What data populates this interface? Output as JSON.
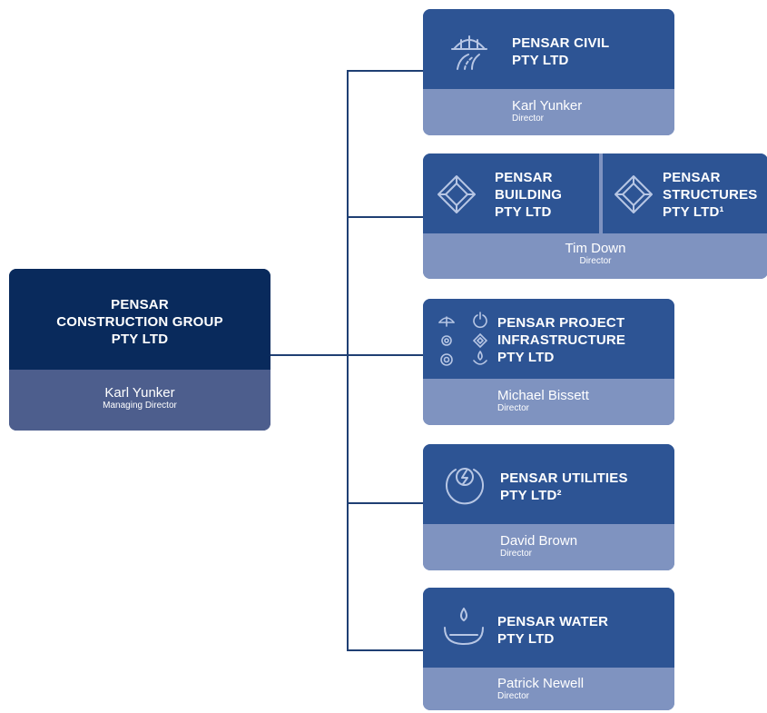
{
  "root": {
    "title_lines": [
      "PENSAR",
      "CONSTRUCTION GROUP",
      "PTY LTD"
    ],
    "person": "Karl Yunker",
    "role": "Managing Director"
  },
  "civil": {
    "title_lines": [
      "PENSAR CIVIL",
      "PTY LTD"
    ],
    "person": "Karl Yunker",
    "role": "Director",
    "icon": "bridge-road-icon"
  },
  "building": {
    "title_lines": [
      "PENSAR",
      "BUILDING",
      "PTY LTD"
    ],
    "icon": "cube-diamond-icon"
  },
  "structures": {
    "title_lines": [
      "PENSAR",
      "STRUCTURES",
      "PTY LTD¹"
    ],
    "icon": "cube-diamond-icon"
  },
  "building_structures": {
    "person": "Tim Down",
    "role": "Director"
  },
  "project": {
    "title_lines": [
      "PENSAR PROJECT",
      "INFRASTRUCTURE",
      "PTY LTD"
    ],
    "person": "Michael Bissett",
    "role": "Director",
    "icon": "infrastructure-icons-grid"
  },
  "utilities": {
    "title_lines": [
      "PENSAR UTILITIES",
      "PTY LTD²"
    ],
    "person": "David Brown",
    "role": "Director",
    "icon": "lightning-circle-icon"
  },
  "water": {
    "title_lines": [
      "PENSAR WATER",
      "PTY LTD"
    ],
    "person": "Patrick Newell",
    "role": "Director",
    "icon": "water-drop-bowl-icon"
  },
  "colors": {
    "root_head": "#092a5c",
    "root_foot": "#4d5e8d",
    "sub_head": "#2d5494",
    "sub_foot": "#7f93c0",
    "connector": "#1f3f73"
  }
}
